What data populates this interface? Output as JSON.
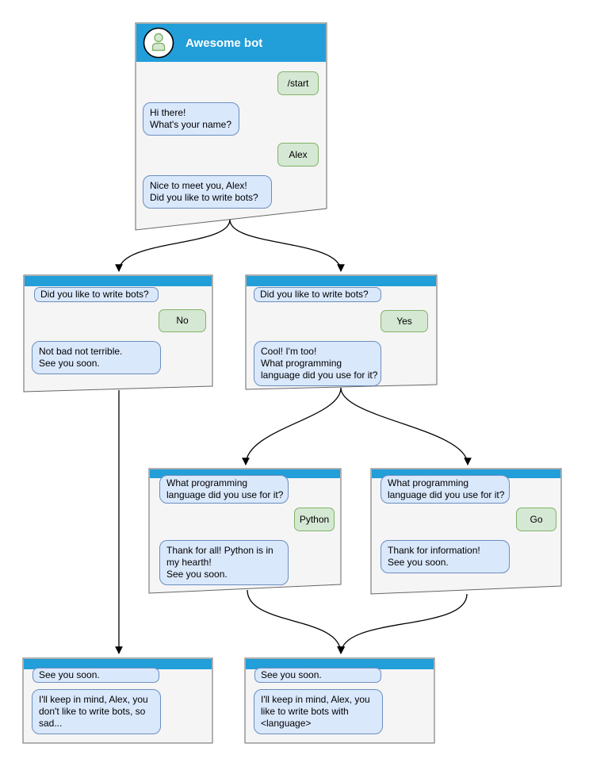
{
  "colors": {
    "header_blue": "#229ED9",
    "window_fill": "#F5F5F5",
    "window_border": "#666666",
    "bot_bubble_fill": "#DAE8FC",
    "bot_bubble_border": "#6C8EBF",
    "user_bubble_fill": "#D5E8D4",
    "user_bubble_border": "#82B366"
  },
  "windows": {
    "main": {
      "title": "Awesome bot",
      "avatar": "person-icon",
      "messages": {
        "start": "/start",
        "hi": "Hi there!\nWhat's your name?",
        "alex": "Alex",
        "nice": "Nice to meet you, Alex!\nDid you like to write bots?"
      }
    },
    "no_branch": {
      "messages": {
        "question": "Did you like to write bots?",
        "answer": "No",
        "reply": "Not bad not terrible.\nSee you soon."
      }
    },
    "yes_branch": {
      "messages": {
        "question": "Did you like to write bots?",
        "answer": "Yes",
        "reply": "Cool! I'm too!\nWhat programming\nlanguage did you use for it?"
      }
    },
    "python_branch": {
      "messages": {
        "question": "What programming\nlanguage did you use for it?",
        "answer": "Python",
        "reply": "Thank for all! Python is in\nmy hearth!\nSee you soon."
      }
    },
    "go_branch": {
      "messages": {
        "question": "What programming\nlanguage did you use for it?",
        "answer": "Go",
        "reply": "Thank for information!\nSee you soon."
      }
    },
    "end_sad": {
      "messages": {
        "question": "See you soon.",
        "reply": "I'll keep in mind, Alex, you\ndon't like to write bots, so\nsad..."
      }
    },
    "end_lang": {
      "messages": {
        "question": "See you soon.",
        "reply": "I'll keep in mind, Alex, you\nlike to write bots with\n<language>"
      }
    }
  }
}
